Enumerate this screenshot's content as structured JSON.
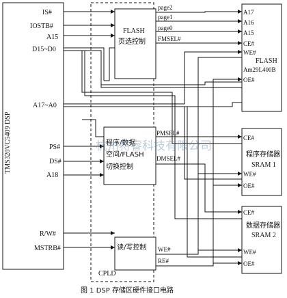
{
  "dsp": {
    "label": "TMS320VC5409  DSP",
    "pins": {
      "is": "IS#",
      "iostb": "IOSTB#",
      "a15": "A15",
      "d15_d0": "D15~D0",
      "a17_a0": "A17~A0",
      "ps": "PS#",
      "ds": "DS#",
      "a18": "A18",
      "rw": "R/W#",
      "mstrb": "MSTRB#"
    }
  },
  "cpld": {
    "label": "CPLD",
    "flash_page": {
      "title": "FLASH",
      "subtitle": "页选控制",
      "outputs": {
        "page2": "page2",
        "page1": "page1",
        "page0": "page0",
        "fmsel": "FMSEL#"
      }
    },
    "space_switch": {
      "line1": "程序/数据",
      "line2": "空间/FLASH",
      "line3": "切换控制",
      "outputs": {
        "pmsel": "PMSEL#",
        "dmsel": "DMSEL#"
      }
    },
    "rw_ctrl": {
      "title": "读/写控制",
      "outputs": {
        "we": "WE#",
        "re": "RE#"
      }
    }
  },
  "flash": {
    "title": "FLASH",
    "part": "Am29L400B",
    "pins": {
      "a17": "A17",
      "a16": "A16",
      "a15": "A15",
      "ce": "CE#",
      "we": "WE#",
      "oe": "OE#"
    }
  },
  "sram1": {
    "line1": "程序存储器",
    "line2": "SRAM 1",
    "pins": {
      "ce": "CE#",
      "we": "WE#",
      "oe": "OE#"
    }
  },
  "sram2": {
    "line1": "数据存储器",
    "line2": "SRAM 2",
    "pins": {
      "ce": "CE#",
      "we": "WE#",
      "oe": "OE#"
    }
  },
  "watermark": "杭州将睿科技有限公司",
  "caption": "图 1  DSP 存储区硬件接口电路"
}
